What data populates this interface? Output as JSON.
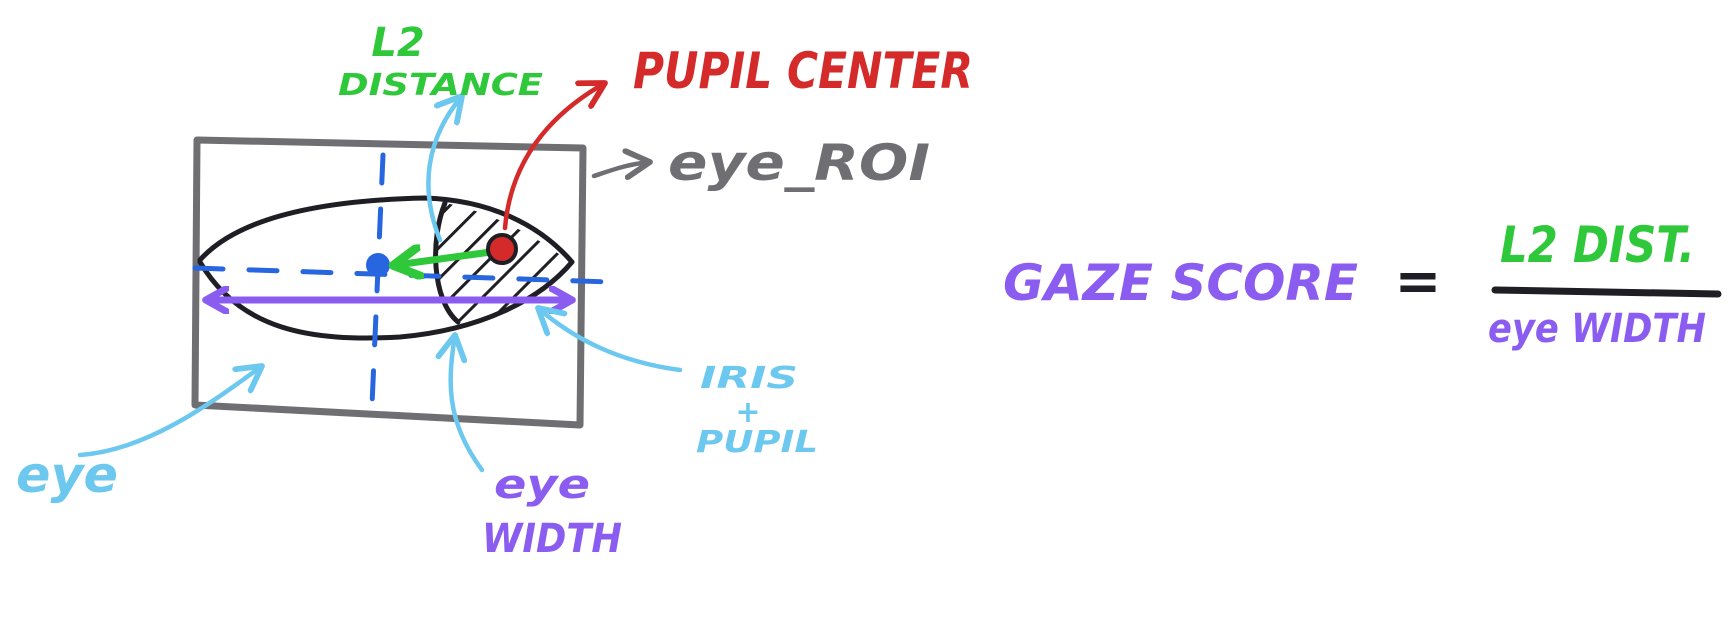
{
  "labels": {
    "l2_line1": "L2",
    "l2_line2": "DISTANCE",
    "pupil_center": "PUPIL CENTER",
    "eye_roi": "eye_ROI",
    "eye": "eye",
    "eye_width_line1": "eye",
    "eye_width_line2": "WIDTH",
    "iris_line1": "IRIS",
    "iris_plus": "+",
    "iris_line2": "PUPIL"
  },
  "formula": {
    "lhs": "GAZE SCORE",
    "equals": "=",
    "numerator": "L2 DIST.",
    "denominator": "eye WIDTH"
  },
  "colors": {
    "green": "#2ec83a",
    "red": "#d42a2a",
    "gray": "#6e6e73",
    "blue": "#2866e0",
    "light_blue": "#6cc8ee",
    "purple": "#8a5cf0",
    "black": "#1e1e24"
  }
}
